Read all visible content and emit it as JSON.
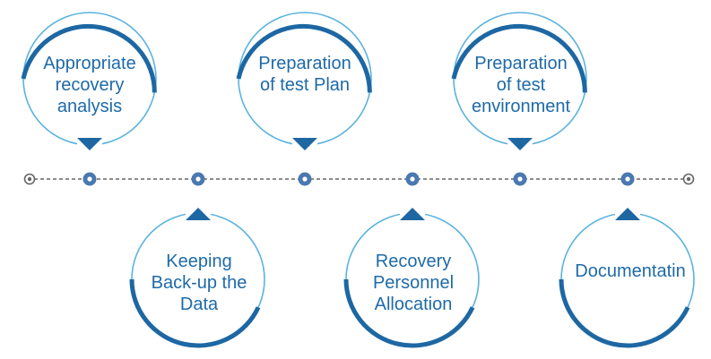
{
  "colors": {
    "ring_dark": "#1d67a3",
    "ring_light": "#5ab3de",
    "line": "#666666",
    "dot": "#4a78b0",
    "text": "#1e6aa8"
  },
  "steps": [
    {
      "label": "Appropriate recovery analysis"
    },
    {
      "label": "Keeping Back-up the Data"
    },
    {
      "label": "Preparation of test Plan"
    },
    {
      "label": "Recovery Personnel Allocation"
    },
    {
      "label": "Preparation of test environment"
    },
    {
      "label": "Documentatin"
    }
  ]
}
